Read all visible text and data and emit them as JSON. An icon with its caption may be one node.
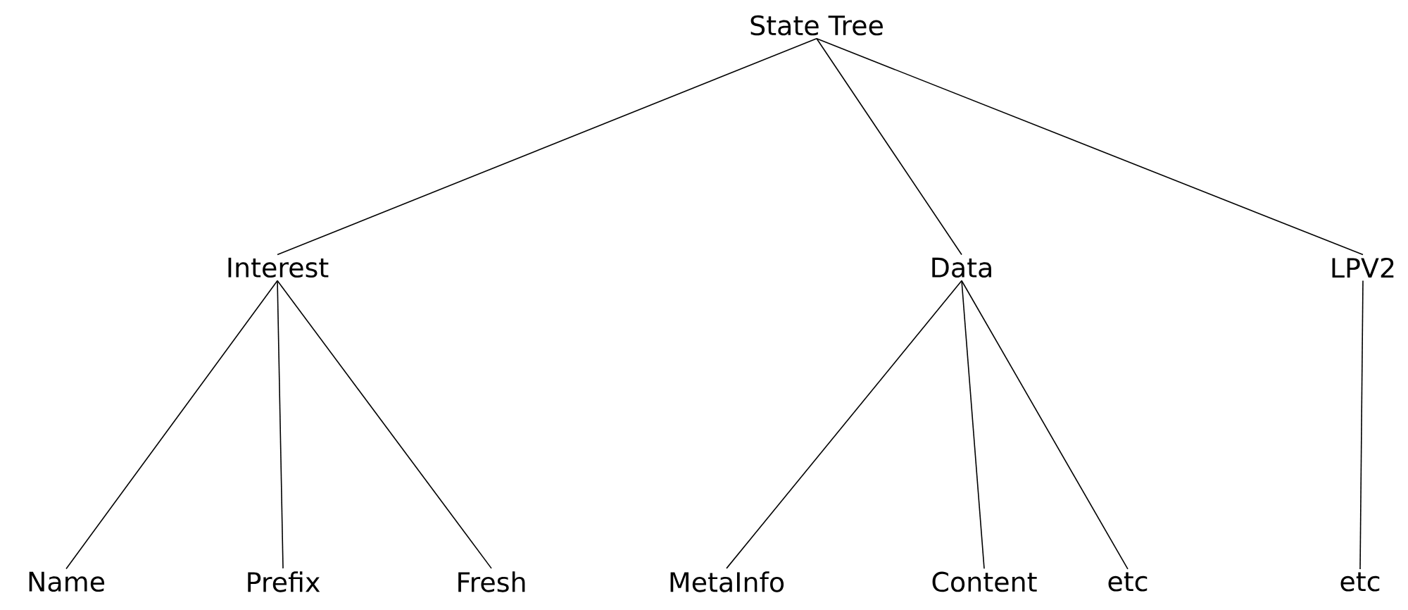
{
  "diagram": {
    "nodes": [
      {
        "text": [
          "State Tree"
        ]
      },
      {
        "text": [
          "Interest"
        ]
      },
      {
        "text": [
          "Data"
        ]
      },
      {
        "text": [
          "LPV2"
        ]
      },
      {
        "text": [
          "Name"
        ]
      },
      {
        "text": [
          "Prefix"
        ]
      },
      {
        "text": [
          "Fresh"
        ]
      },
      {
        "text": [
          "MetaInfo"
        ]
      },
      {
        "text": [
          "Content"
        ]
      },
      {
        "text": [
          "etc"
        ]
      },
      {
        "text": [
          "etc"
        ]
      }
    ],
    "edges": [
      {
        "from": 0,
        "to": 1,
        "arrow": "none"
      },
      {
        "from": 0,
        "to": 2,
        "arrow": "none"
      },
      {
        "from": 0,
        "to": 3,
        "arrow": "none"
      },
      {
        "from": 1,
        "to": 4,
        "arrow": "none"
      },
      {
        "from": 1,
        "to": 5,
        "arrow": "none"
      },
      {
        "from": 1,
        "to": 6,
        "arrow": "none"
      },
      {
        "from": 2,
        "to": 7,
        "arrow": "none"
      },
      {
        "from": 2,
        "to": 8,
        "arrow": "none"
      },
      {
        "from": 2,
        "to": 9,
        "arrow": "none"
      },
      {
        "from": 3,
        "to": 10,
        "arrow": "none"
      }
    ]
  }
}
